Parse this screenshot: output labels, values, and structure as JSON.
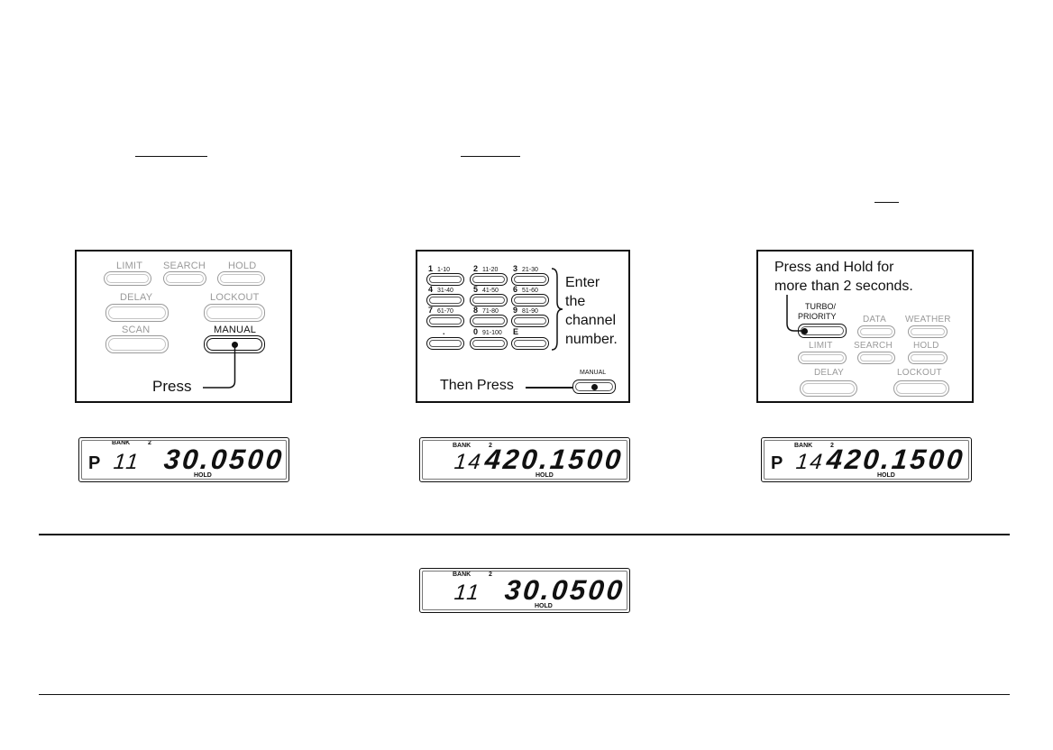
{
  "panels": {
    "left": {
      "keys": {
        "limit": "LIMIT",
        "search": "SEARCH",
        "hold": "HOLD",
        "delay": "DELAY",
        "lockout": "LOCKOUT",
        "scan": "SCAN",
        "manual": "MANUAL"
      },
      "instruction": "Press"
    },
    "middle": {
      "keypad": [
        {
          "digit": "1",
          "range": "1-10"
        },
        {
          "digit": "2",
          "range": "11-20"
        },
        {
          "digit": "3",
          "range": "21-30"
        },
        {
          "digit": "4",
          "range": "31-40"
        },
        {
          "digit": "5",
          "range": "41-50"
        },
        {
          "digit": "6",
          "range": "51-60"
        },
        {
          "digit": "7",
          "range": "61-70"
        },
        {
          "digit": "8",
          "range": "71-80"
        },
        {
          "digit": "9",
          "range": "81-90"
        },
        {
          "digit": ".",
          "range": ""
        },
        {
          "digit": "0",
          "range": "91-100"
        },
        {
          "digit": "E",
          "range": ""
        }
      ],
      "enter_text": [
        "Enter",
        "the",
        "channel",
        "number."
      ],
      "then_press": "Then Press",
      "manual": "MANUAL"
    },
    "right": {
      "instruction_line1": "Press and Hold for",
      "instruction_line2": "more than 2 seconds.",
      "keys": {
        "turbo_line1": "TURBO/",
        "turbo_line2": "PRIORITY",
        "data": "DATA",
        "weather": "WEATHER",
        "limit": "LIMIT",
        "search": "SEARCH",
        "hold": "HOLD",
        "delay": "DELAY",
        "lockout": "LOCKOUT"
      }
    }
  },
  "displays": [
    {
      "bank_label": "BANK",
      "bank_num": "2",
      "priority": "P",
      "channel": "11",
      "frequency": "30.0500",
      "status": "HOLD"
    },
    {
      "bank_label": "BANK",
      "bank_num": "2",
      "priority": "",
      "channel": "14",
      "frequency": "420.1500",
      "status": "HOLD"
    },
    {
      "bank_label": "BANK",
      "bank_num": "2",
      "priority": "P",
      "channel": "14",
      "frequency": "420.1500",
      "status": "HOLD"
    },
    {
      "bank_label": "BANK",
      "bank_num": "2",
      "priority": "",
      "channel": "11",
      "frequency": "30.0500",
      "status": "HOLD"
    }
  ]
}
